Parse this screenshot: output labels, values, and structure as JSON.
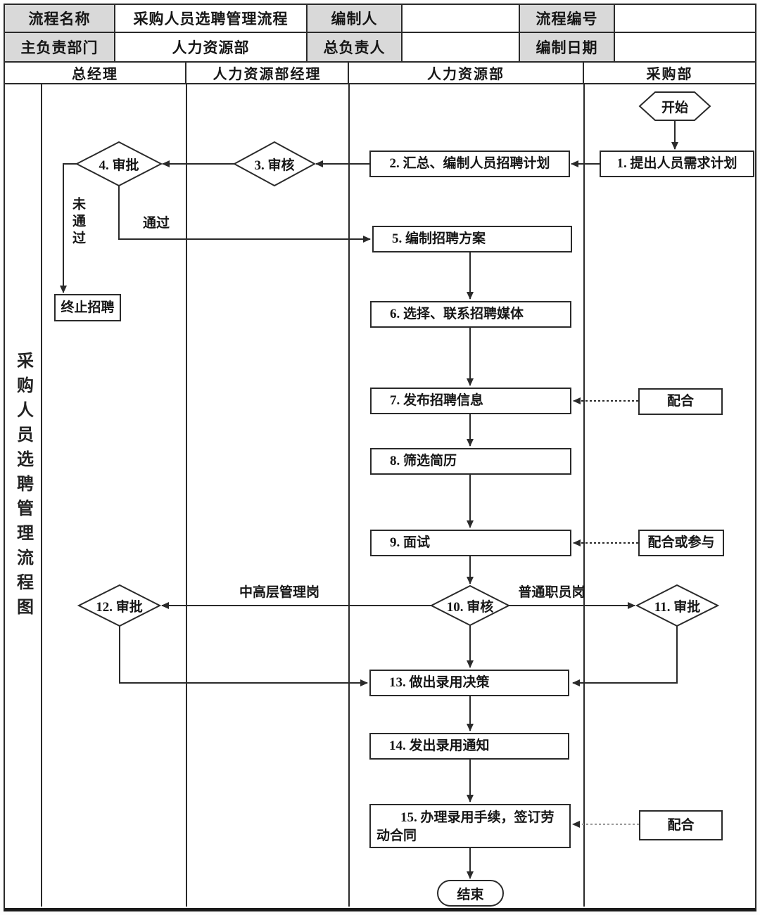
{
  "header_table": {
    "row1": [
      "流程名称",
      "采购人员选聘管理流程",
      "编制人",
      "",
      "流程编号",
      ""
    ],
    "row2": [
      "主负责部门",
      "人力资源部",
      "总负责人",
      "",
      "编制日期",
      ""
    ]
  },
  "lanes": [
    "总经理",
    "人力资源部经理",
    "人力资源部",
    "采购部"
  ],
  "side_title": "采购人员选聘管理流程图",
  "nodes": {
    "start": "开始",
    "n1": "1. 提出人员需求计划",
    "n2": "2. 汇总、编制人员招聘计划",
    "n3": "3. 审核",
    "n4": "4. 审批",
    "n5": "5. 编制招聘方案",
    "n6": "6. 选择、联系招聘媒体",
    "n7": "7. 发布招聘信息",
    "n8": "8. 筛选简历",
    "n9": "9. 面试",
    "n10": "10. 审核",
    "n11": "11. 审批",
    "n12": "12. 审批",
    "n13": "13. 做出录用决策",
    "n14": "14. 发出录用通知",
    "n15": "15. 办理录用手续，签订劳动合同",
    "terminate": "终止招聘",
    "coop1": "配合",
    "coop2": "配合或参与",
    "coop3": "配合",
    "end": "结束"
  },
  "edge_labels": {
    "not_passed": "未通过",
    "passed": "通过",
    "mid_senior": "中高层管理岗",
    "ordinary": "普通职员岗"
  },
  "colors": {
    "line": "#2a2a2a",
    "header_fill": "#d9d9d9",
    "background": "#ffffff"
  }
}
